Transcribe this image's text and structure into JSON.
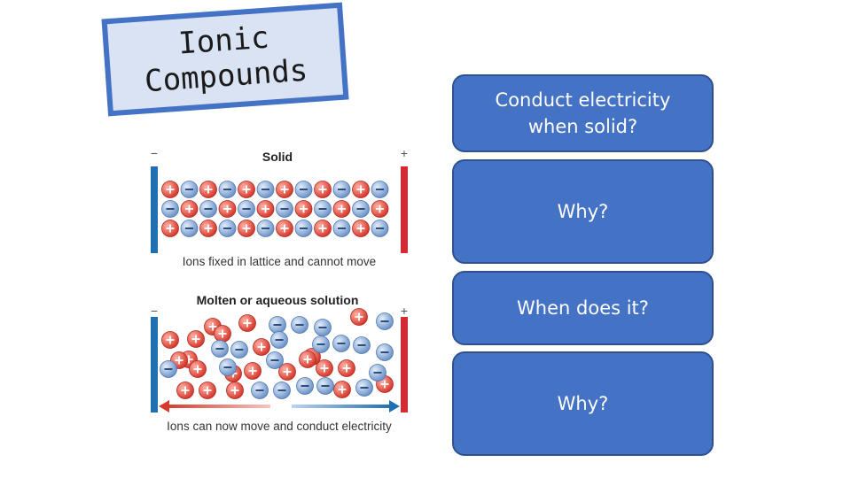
{
  "title": {
    "line1": "Ionic",
    "line2": "Compounds"
  },
  "cards": [
    {
      "label": "Conduct electricity\nwhen solid?"
    },
    {
      "label": "Why?"
    },
    {
      "label": "When does it?"
    },
    {
      "label": "Why?"
    }
  ],
  "diagram": {
    "solid_title": "Solid",
    "solid_caption": "Ions fixed in lattice and cannot move",
    "molten_title": "Molten or aqueous solution",
    "molten_caption": "Ions can now move and conduct electricity",
    "minus_sign": "−",
    "plus_sign": "+"
  },
  "colors": {
    "card": "#4472c4",
    "title_fill": "#dae3f3",
    "cation": "#e0453a",
    "anion": "#6f9bd1"
  }
}
